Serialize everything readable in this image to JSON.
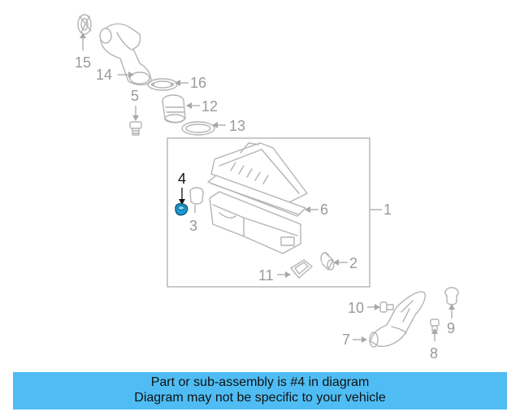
{
  "diagram": {
    "callouts": {
      "c1": "1",
      "c2": "2",
      "c3": "3",
      "c4": "4",
      "c5": "5",
      "c6": "6",
      "c7": "7",
      "c8": "8",
      "c9": "9",
      "c10": "10",
      "c11": "11",
      "c12": "12",
      "c13": "13",
      "c14": "14",
      "c15": "15",
      "c16": "16"
    },
    "highlighted_part": "4",
    "colors": {
      "highlight": "#1a9ad6",
      "line": "#b4b4b4",
      "banner": "#4fbdf4"
    }
  },
  "banner": {
    "line1": "Part or sub-assembly is #4 in diagram",
    "line2": "Diagram may not be specific to your vehicle"
  }
}
